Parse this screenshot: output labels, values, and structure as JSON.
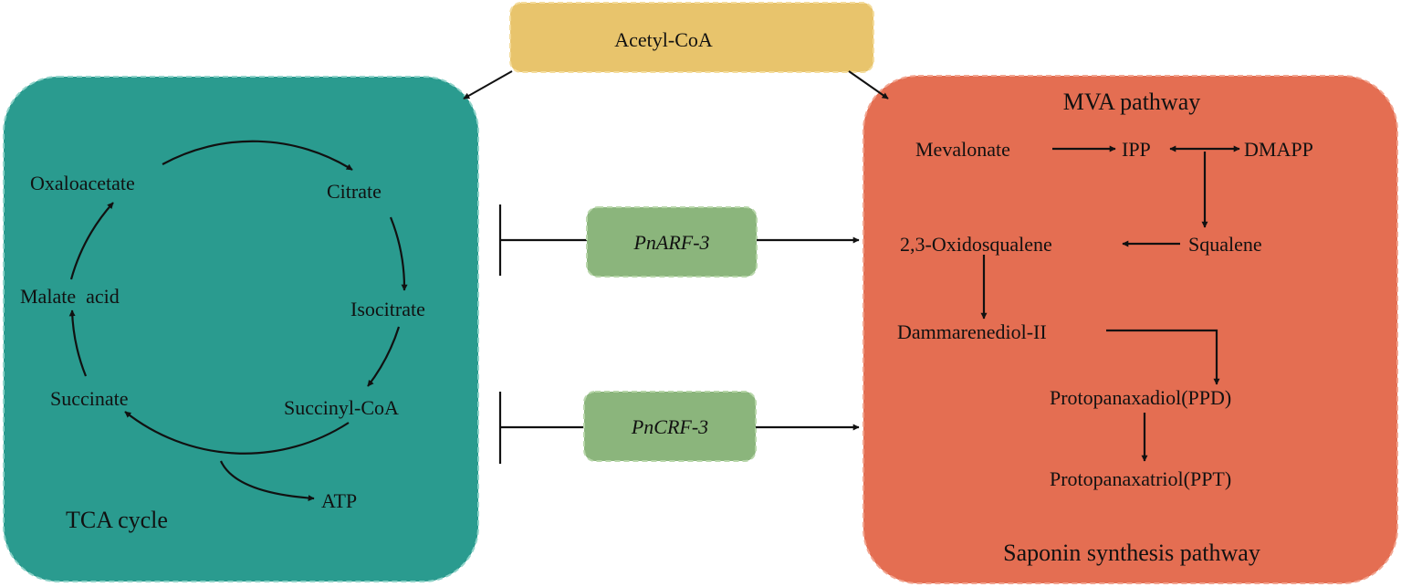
{
  "colors": {
    "tca_panel": "#2a9b8f",
    "saponin_panel": "#e46e52",
    "acetyl_box": "#e8c46c",
    "regulator_box": "#8bb57c",
    "line": "#111111"
  },
  "acetyl_coa": {
    "label": "Acetyl-CoA"
  },
  "tca": {
    "title": "TCA cycle",
    "metabolites": {
      "oxaloacetate": "Oxaloacetate",
      "citrate": "Citrate",
      "isocitrate": "Isocitrate",
      "succinyl_coa": "Succinyl-CoA",
      "succinate": "Succinate",
      "malate": "Malate  acid",
      "atp": "ATP"
    }
  },
  "regulators": {
    "arf": {
      "label": "PnARF-3"
    },
    "crf": {
      "label": "PnCRF-3"
    }
  },
  "saponin": {
    "top_title": "MVA pathway",
    "bottom_title": "Saponin synthesis pathway",
    "metabolites": {
      "mevalonate": "Mevalonate",
      "ipp": "IPP",
      "dmapp": "DMAPP",
      "squalene": "Squalene",
      "oxidosqualene": "2,3-Oxidosqualene",
      "dammarenediol": "Dammarenediol-II",
      "ppd": "Protopanaxadiol(PPD)",
      "ppt": "Protopanaxatriol(PPT)"
    }
  }
}
